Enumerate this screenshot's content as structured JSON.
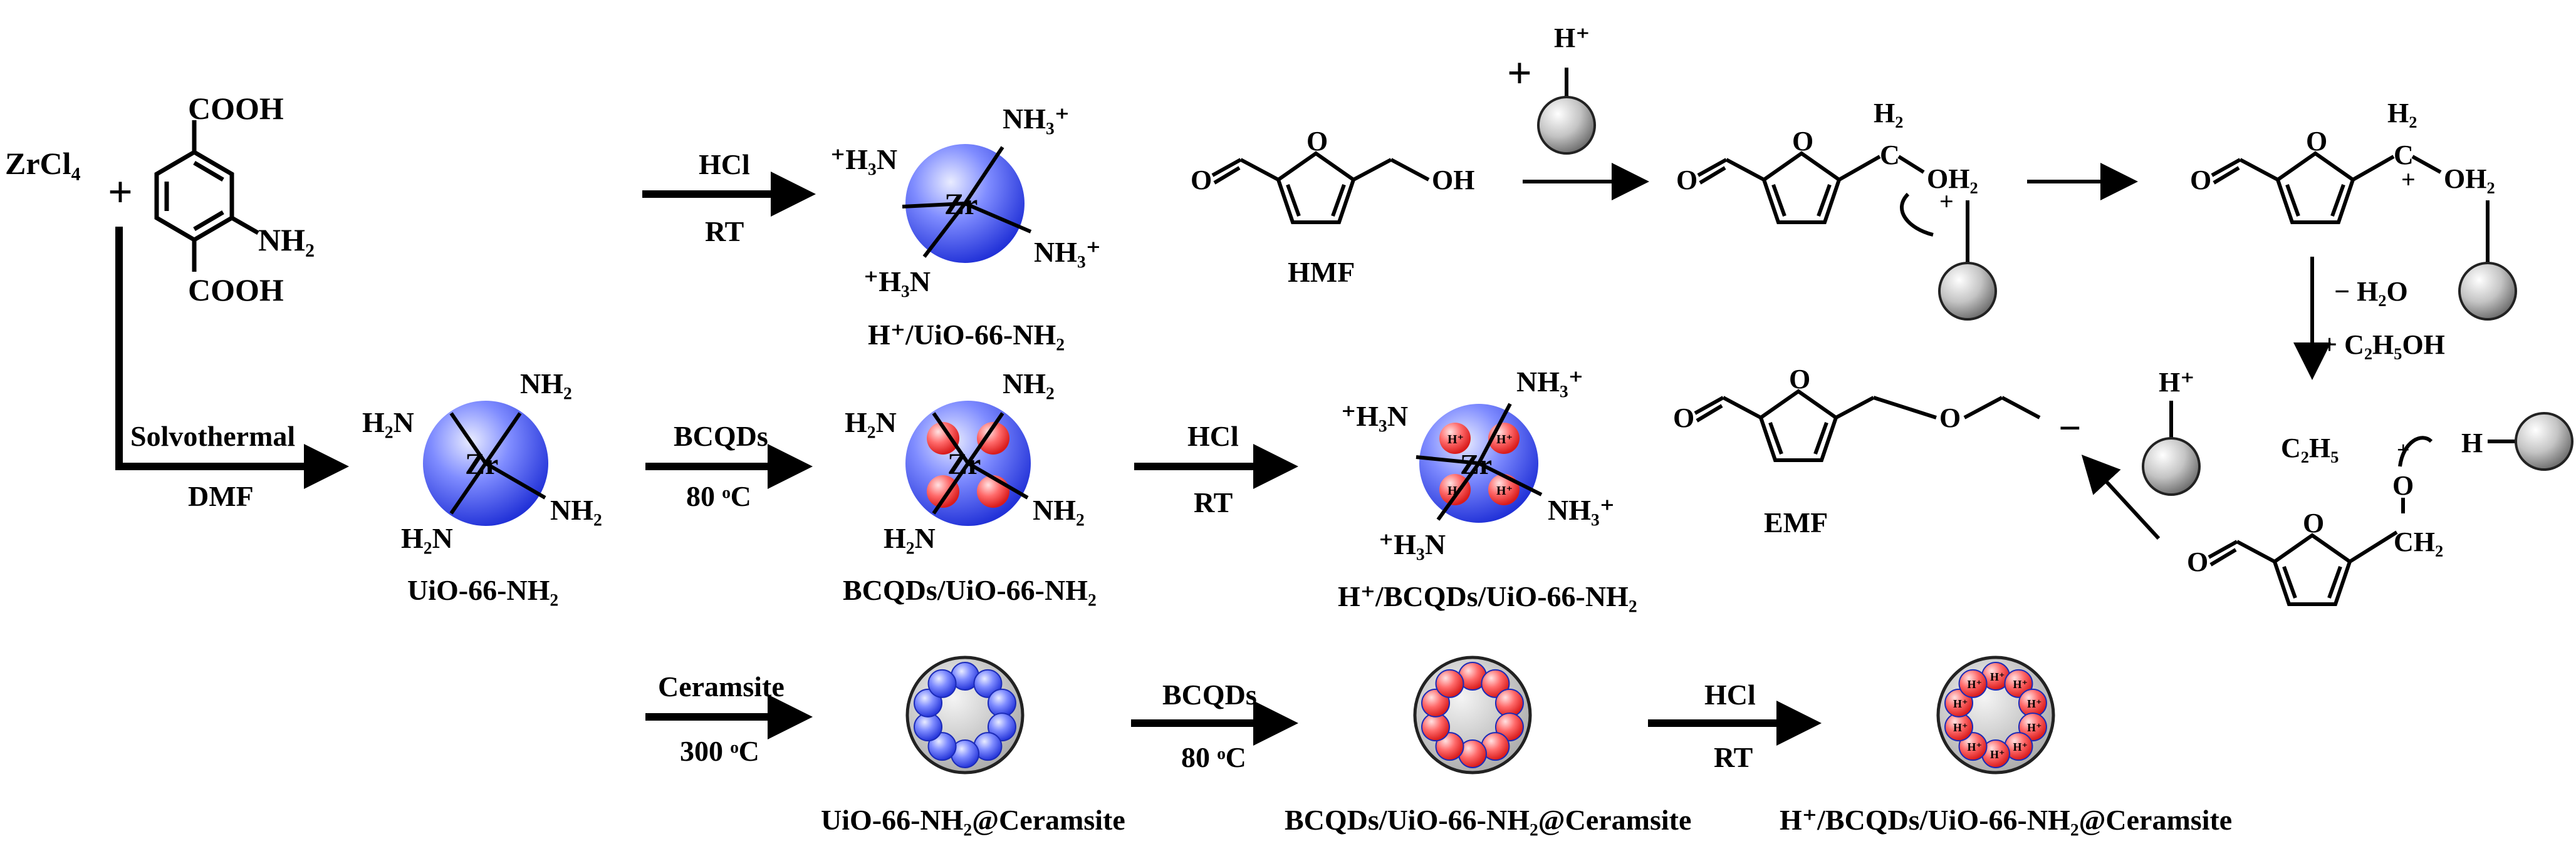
{
  "colors": {
    "mof_blue": "#4c5cf0",
    "qd_red": "#ff6a6a",
    "ball_gray": "#bdbdbd",
    "ceramsite_gray": "#d9d9d9",
    "ink": "#000000"
  },
  "reagents": {
    "zrcl4": "ZrCl₄",
    "plus": "+",
    "cooh_top": "COOH",
    "cooh_bottom": "COOH",
    "nh2": "NH₂"
  },
  "conditions": {
    "solvothermal": "Solvothermal",
    "dmf": "DMF",
    "hcl_1": "HCl",
    "rt_1": "RT",
    "bcqds_1": "BCQDs",
    "temp_1": "80 ᵒC",
    "hcl_2": "HCl",
    "rt_2": "RT",
    "ceramsite": "Ceramsite",
    "temp_ceramsite": "300 ᵒC",
    "bcqds_2": "BCQDs",
    "temp_2": "80 ᵒC",
    "hcl_3": "HCl",
    "rt_3": "RT"
  },
  "labels": {
    "uio66": "UiO-66-NH₂",
    "h_uio66": "H⁺/UiO-66-NH₂",
    "bcqds_uio66": "BCQDs/UiO-66-NH₂",
    "h_bcqds_uio66": "H⁺/BCQDs/UiO-66-NH₂",
    "uio66_ceramsite": "UiO-66-NH₂@Ceramsite",
    "bcqds_uio66_ceramsite": "BCQDs/UiO-66-NH₂@Ceramsite",
    "h_bcqds_uio66_ceramsite": "H⁺/BCQDs/UiO-66-NH₂@Ceramsite",
    "hmf": "HMF",
    "emf": "EMF"
  },
  "mof": {
    "zr": "Zr",
    "h2n": "H₂N",
    "nh2": "NH₂",
    "h3n_plus": "⁺H₃N",
    "nh3_plus": "NH₃⁺",
    "h_plus_in_qd": "H⁺"
  },
  "mechanism": {
    "h_plus": "H⁺",
    "plus": "+",
    "minus": "−",
    "o": "O",
    "oh": "OH",
    "oh2": "OH₂",
    "h2": "H₂",
    "c": "C",
    "ch2": "CH₂",
    "h": "H",
    "c2h5": "C₂H₅",
    "minus_h2o": "− H₂O",
    "plus_c2h5oh": "+ C₂H₅OH"
  }
}
